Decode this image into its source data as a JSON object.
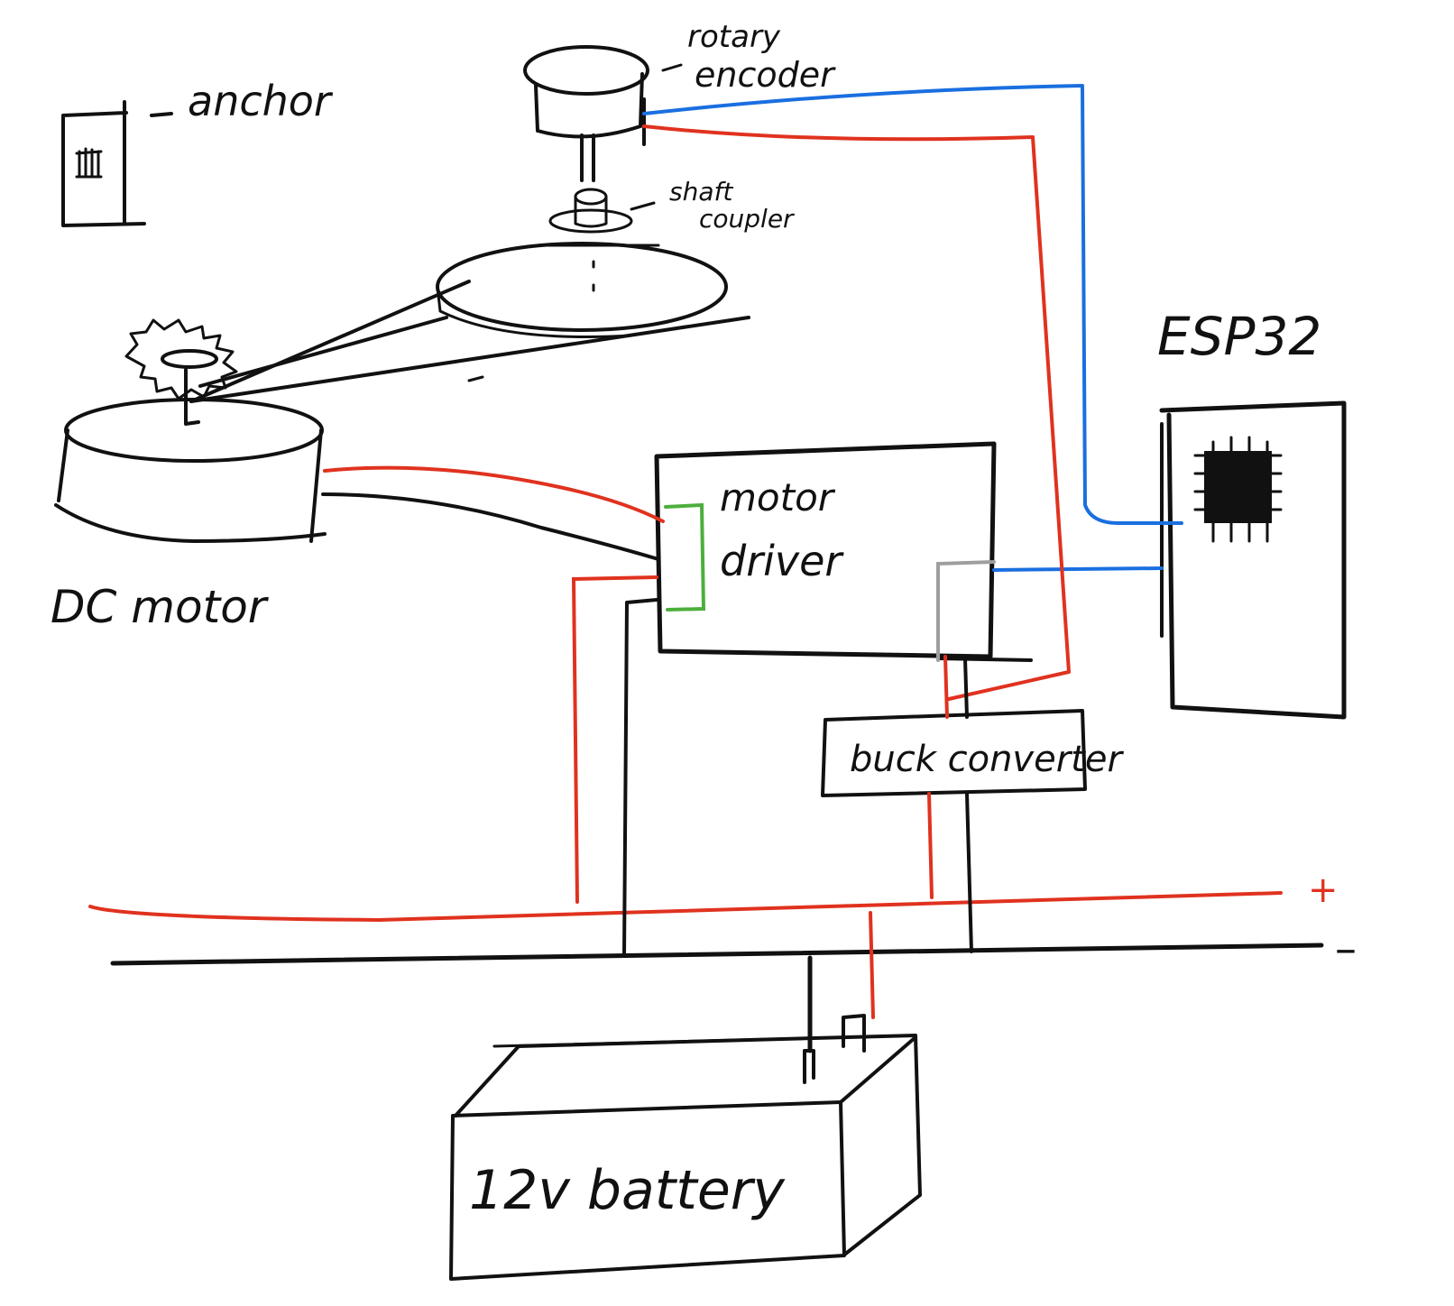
{
  "labels": {
    "anchor": "anchor",
    "rotary_encoder_line1": "rotary",
    "rotary_encoder_line2": "encoder",
    "shaft_coupler_line1": "shaft",
    "shaft_coupler_line2": "coupler",
    "esp32": "ESP32",
    "motor_driver_line1": "motor",
    "motor_driver_line2": "driver",
    "dc_motor": "DC motor",
    "buck_converter": "buck converter",
    "battery": "12v battery",
    "rail_positive": "+",
    "rail_negative": "–"
  },
  "colors": {
    "ink": "#111111",
    "positive_wire": "#e0321f",
    "signal_wire": "#1a6fe0",
    "driver_terminal": "#4caf3c",
    "driver_header": "#9e9e9e"
  }
}
